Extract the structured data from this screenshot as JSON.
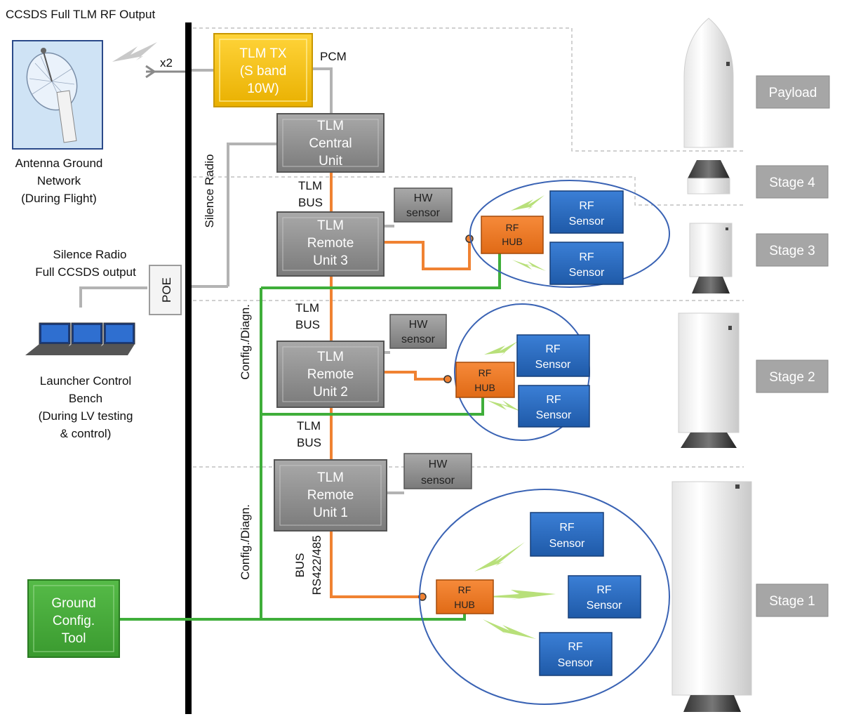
{
  "header": {
    "title": "CCSDS Full TLM RF Output"
  },
  "antenna": {
    "multiplier": "x2",
    "caption_lines": [
      "Antenna Ground",
      "Network",
      "(During Flight)"
    ]
  },
  "silence_radio": {
    "caption_lines": [
      "Silence Radio",
      "Full CCSDS output"
    ],
    "vertical_label": "Silence Radio",
    "poe_label": "POE"
  },
  "bench": {
    "caption_lines": [
      "Launcher Control",
      "Bench",
      "(During LV  testing",
      "& control)"
    ]
  },
  "tlm_tx": {
    "lines": [
      "TLM TX",
      "(S band",
      "10W)"
    ],
    "pcm_label": "PCM"
  },
  "central_unit": {
    "lines": [
      "TLM",
      "Central",
      "Unit"
    ]
  },
  "remote_units": [
    {
      "lines": [
        "TLM",
        "Remote",
        "Unit 3"
      ]
    },
    {
      "lines": [
        "TLM",
        "Remote",
        "Unit 2"
      ]
    },
    {
      "lines": [
        "TLM",
        "Remote",
        "Unit 1"
      ]
    }
  ],
  "bus_labels": [
    {
      "lines": [
        "TLM",
        "BUS"
      ]
    },
    {
      "lines": [
        "TLM",
        "BUS"
      ]
    },
    {
      "lines": [
        "TLM",
        "BUS"
      ]
    }
  ],
  "bus_rs": {
    "lines": [
      "BUS",
      "RS422/485"
    ]
  },
  "config_labels": [
    "Config./Diagn.",
    "Config./Diagn."
  ],
  "hw_sensor": {
    "lines": [
      "HW",
      "sensor"
    ]
  },
  "rf_hub": {
    "lines": [
      "RF",
      "HUB"
    ]
  },
  "rf_sensor": {
    "lines": [
      "RF",
      "Sensor"
    ]
  },
  "ground_tool": {
    "lines": [
      "Ground",
      "Config.",
      "Tool"
    ]
  },
  "stages": [
    "Payload",
    "Stage 4",
    "Stage 3",
    "Stage 2",
    "Stage 1"
  ],
  "colors": {
    "tlm_tx": "#f5c20a",
    "gray_block": "#8c8c8c",
    "rf_sensor": "#2e6fc4",
    "rf_hub": "#f07a24",
    "ground_tool": "#45a83a",
    "green_line": "#3fae3a",
    "orange_line": "#f08232",
    "stage_tag": "#a6a6a6"
  }
}
